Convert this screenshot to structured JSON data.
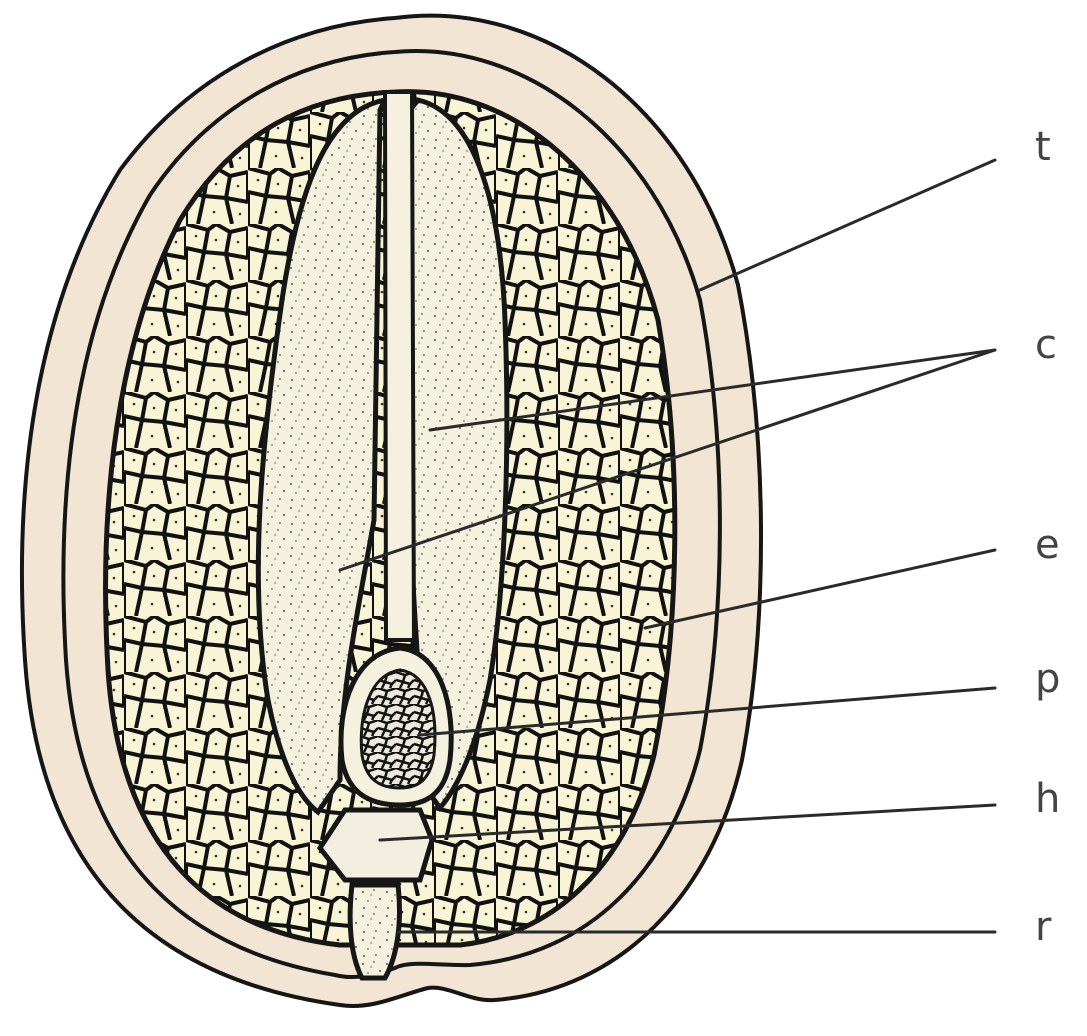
{
  "labels": [
    {
      "id": "t",
      "text": "t"
    },
    {
      "id": "c",
      "text": "c"
    },
    {
      "id": "e",
      "text": "e"
    },
    {
      "id": "p",
      "text": "p"
    },
    {
      "id": "h",
      "text": "h"
    },
    {
      "id": "r",
      "text": "r"
    }
  ],
  "colors": {
    "seed_coat": "#f3e5d3",
    "endosperm": "#f7f5d6",
    "cotyledon": "#f4f1df",
    "outline": "#161616",
    "background": "#ffffff"
  }
}
